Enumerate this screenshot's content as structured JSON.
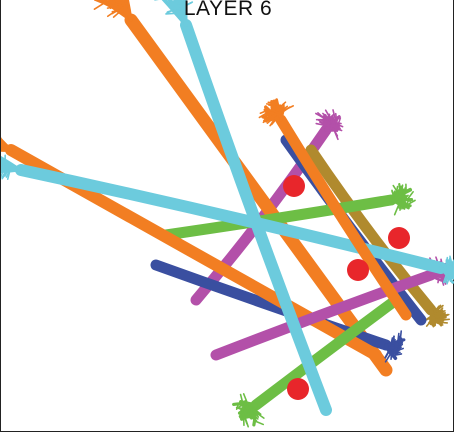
{
  "title": "LAYER 6",
  "colors": {
    "orange": "#F27E22",
    "cyan": "#6CCBDD",
    "navy": "#3A4FA0",
    "purple": "#B350A9",
    "green": "#6DBE45",
    "olive": "#B08A2E",
    "red": "#E8262B"
  },
  "neurons": [
    {
      "name": "orange-neuron-long",
      "color": "orange"
    },
    {
      "name": "orange-neuron-left",
      "color": "orange"
    },
    {
      "name": "orange-neuron-top",
      "color": "orange"
    },
    {
      "name": "cyan-neuron-vertical",
      "color": "cyan"
    },
    {
      "name": "cyan-neuron-horizontal",
      "color": "cyan"
    },
    {
      "name": "navy-neuron-upper",
      "color": "navy"
    },
    {
      "name": "navy-neuron-lower",
      "color": "navy"
    },
    {
      "name": "purple-neuron-diagonal",
      "color": "purple"
    },
    {
      "name": "purple-neuron-lower",
      "color": "purple"
    },
    {
      "name": "green-neuron-upper",
      "color": "green"
    },
    {
      "name": "green-neuron-lower",
      "color": "green"
    },
    {
      "name": "olive-neuron",
      "color": "olive"
    }
  ],
  "somata_count": 4
}
